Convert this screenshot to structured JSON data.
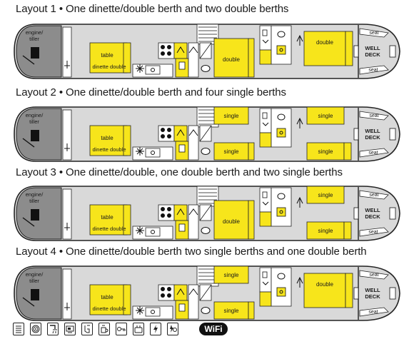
{
  "layouts": [
    {
      "title": "Layout 1 • One dinette/double berth and two double berths",
      "mid_berths": [
        {
          "label": "double",
          "style": "double"
        }
      ],
      "aft_berths": [
        {
          "label": "double",
          "style": "double"
        }
      ]
    },
    {
      "title": "Layout 2 • One dinette/double berth and four single berths",
      "mid_berths": [
        {
          "label": "single",
          "style": "single"
        },
        {
          "label": "single",
          "style": "single"
        }
      ],
      "aft_berths": [
        {
          "label": "single",
          "style": "single"
        },
        {
          "label": "single",
          "style": "single"
        }
      ]
    },
    {
      "title": "Layout 3 • One dinette/double, one double berth and two single berths",
      "mid_berths": [
        {
          "label": "double",
          "style": "double"
        }
      ],
      "aft_berths": [
        {
          "label": "single",
          "style": "single"
        },
        {
          "label": "single",
          "style": "single"
        }
      ]
    },
    {
      "title": "Layout 4 • One dinette/double berth two single berths and one double berth",
      "mid_berths": [
        {
          "label": "single",
          "style": "single"
        },
        {
          "label": "single",
          "style": "single"
        }
      ],
      "aft_berths": [
        {
          "label": "double",
          "style": "double"
        }
      ]
    }
  ],
  "labels": {
    "engine": "engine/",
    "tiller": "tiller",
    "table": "table",
    "dinette": "dinette double",
    "well": "WELL",
    "deck": "DECK",
    "seat": "seat"
  },
  "amenity_icons": [
    "radiator-icon",
    "hob-icon",
    "shower-icon",
    "tv-icon",
    "hairdryer-icon",
    "mug-icon",
    "key-icon",
    "toaster-icon",
    "power-icon",
    "charging-icon"
  ],
  "wifi_label": "WiFi",
  "colors": {
    "yellow": "#f7e51b",
    "hull": "#d9d9d9",
    "stern": "#8c8c8c",
    "outline": "#222222",
    "text": "#1a1a1a"
  }
}
